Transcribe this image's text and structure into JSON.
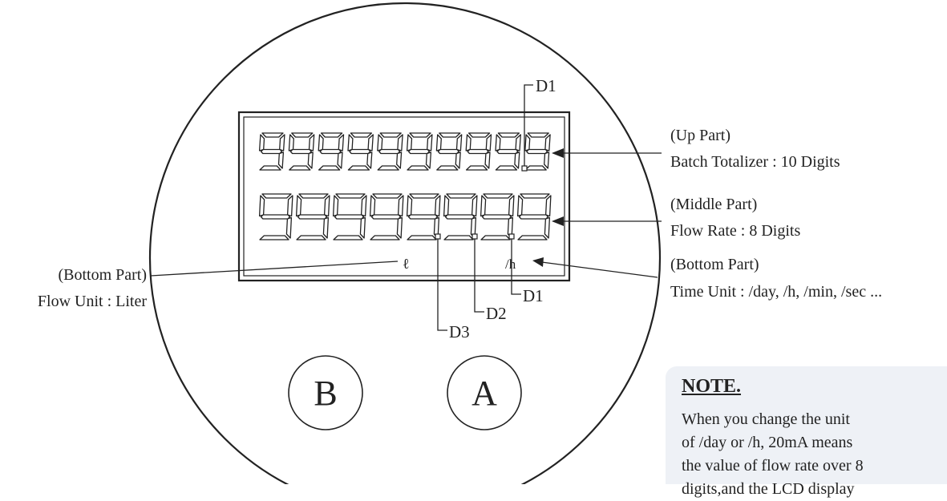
{
  "lcd": {
    "top_row": "9999999999",
    "middle_row": "99999999",
    "unit_symbol": "ℓ",
    "time_symbol": "/h"
  },
  "markers": {
    "top_d1": "D1",
    "bottom_d1": "D1",
    "bottom_d2": "D2",
    "bottom_d3": "D3"
  },
  "buttons": {
    "b": "B",
    "a": "A"
  },
  "labels": {
    "up_title": "(Up Part)",
    "up_desc": "Batch Totalizer : 10 Digits",
    "middle_title": "(Middle Part)",
    "middle_desc": "Flow Rate : 8 Digits",
    "bottom_right_title": "(Bottom Part)",
    "bottom_right_desc": "Time Unit : /day, /h, /min, /sec ...",
    "bottom_left_title": "(Bottom Part)",
    "bottom_left_desc": "Flow Unit : Liter"
  },
  "note": {
    "title": "NOTE.",
    "lines": [
      "When you change the unit",
      "of /day or /h, 20mA means",
      "the value of flow rate over 8",
      "digits,and the LCD display"
    ]
  }
}
